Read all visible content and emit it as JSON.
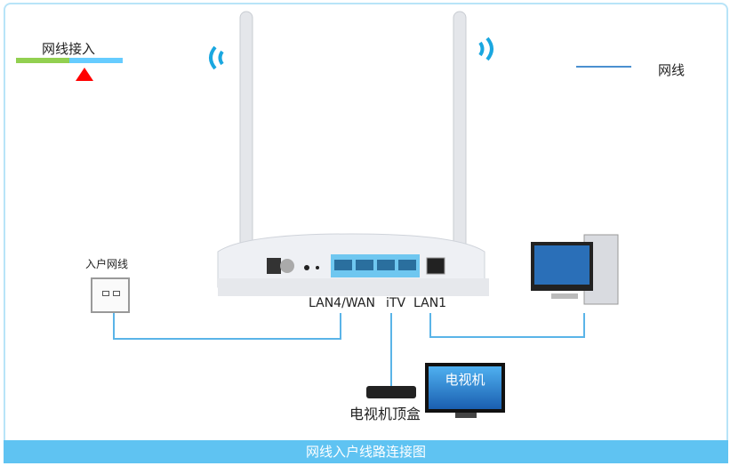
{
  "legend_top_left": {
    "label": "网线接入",
    "colors": {
      "green": "#92d050",
      "blue": "#66ccff",
      "marker": "#ff0000"
    }
  },
  "legend_top_right": {
    "label": "网线",
    "line_color": "#4a90d0"
  },
  "wall_socket": {
    "label": "入户网线"
  },
  "ports": {
    "wan": "LAN4/WAN",
    "itv": "iTV",
    "lan1": "LAN1"
  },
  "stb": {
    "label": "电视机顶盒"
  },
  "tv": {
    "label": "电视机"
  },
  "footer": {
    "title": "网线入户线路连接图"
  }
}
